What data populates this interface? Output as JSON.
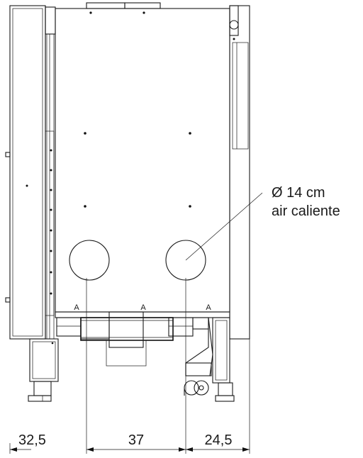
{
  "annotation": {
    "diameter": "Ø 14 cm",
    "description": "air caliente"
  },
  "dimensions": {
    "left": "32,5",
    "middle": "37",
    "right": "24,5"
  }
}
